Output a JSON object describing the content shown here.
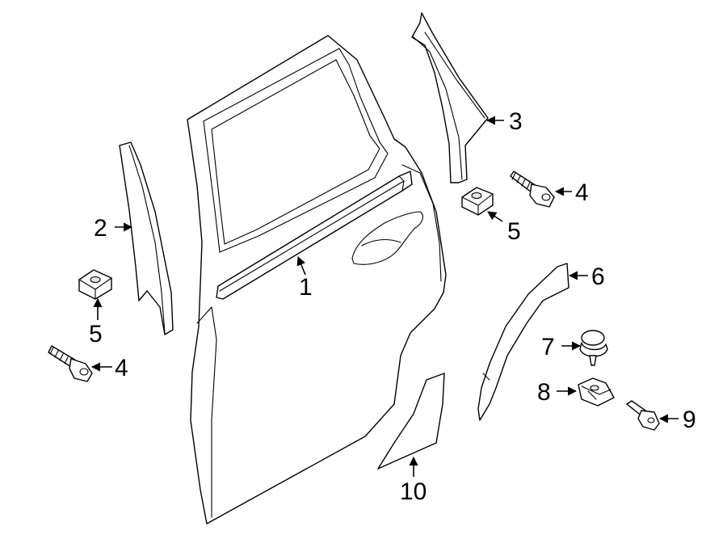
{
  "callouts": {
    "c1": "1",
    "c2": "2",
    "c3": "3",
    "c4a": "4",
    "c4b": "4",
    "c5a": "5",
    "c5b": "5",
    "c6": "6",
    "c7": "7",
    "c8": "8",
    "c9": "9",
    "c10": "10"
  },
  "colors": {
    "line": "#000000",
    "background": "#ffffff"
  }
}
